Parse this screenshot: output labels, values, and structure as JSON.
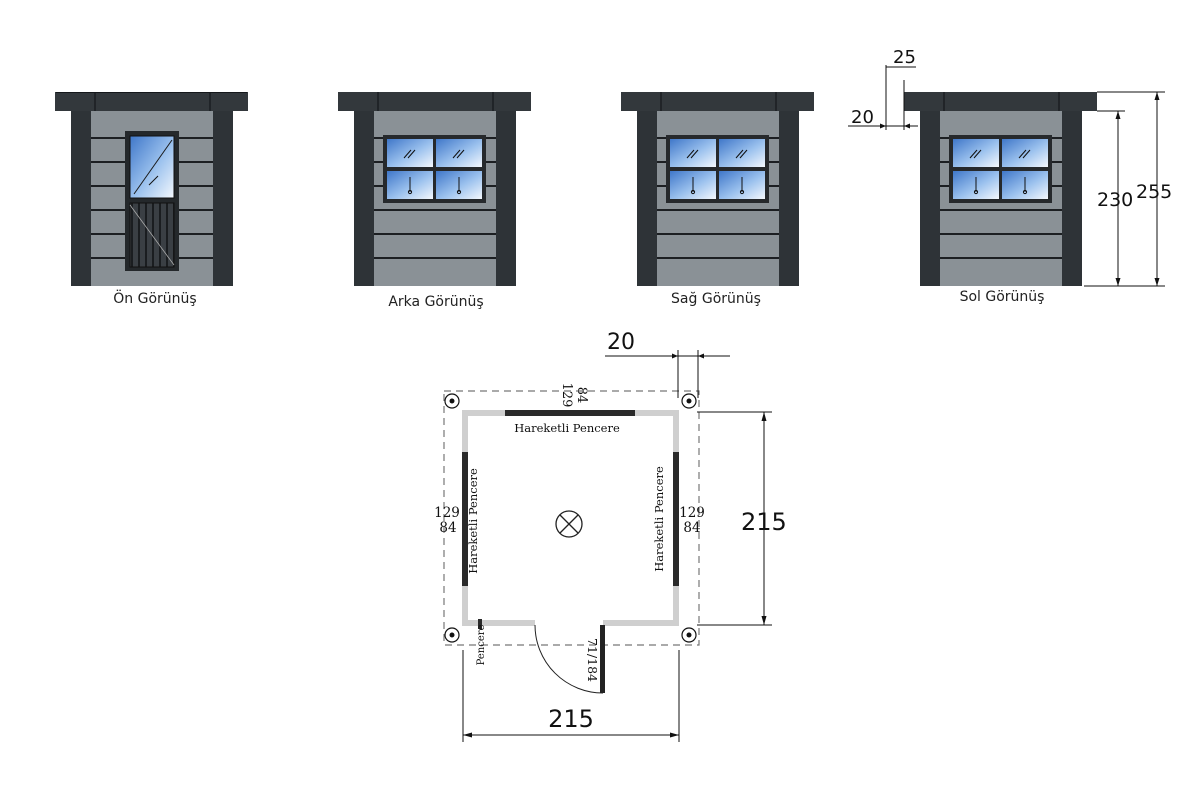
{
  "views": {
    "front": {
      "caption": "Ön Görünüş"
    },
    "back": {
      "caption": "Arka Görünüş"
    },
    "right": {
      "caption": "Sağ Görünüş"
    },
    "left": {
      "caption": "Sol Görünüş"
    }
  },
  "elevation_dims": {
    "roof_overhang": "25",
    "wall_inset": "20",
    "wall_height": "230",
    "total_height": "255"
  },
  "plan": {
    "top_dim": "20",
    "width": "215",
    "depth": "215",
    "window_top": {
      "label": "Hareketli Pencere",
      "size_a": "129",
      "size_b": "84"
    },
    "window_left": {
      "label": "Hareketli Pencere",
      "size_a": "129",
      "size_b": "84"
    },
    "window_right": {
      "label": "Hareketli Pencere",
      "size_a": "129",
      "size_b": "84"
    },
    "small_window": {
      "label": "Pencere"
    },
    "door": {
      "size": "71/184"
    }
  },
  "colors": {
    "roof": "#33383c",
    "post": "#2e3337",
    "siding": "#8a9196",
    "siding_line": "#1c1f22",
    "glass": "#5b8ed4",
    "wall_plan": "#cfcfcf"
  }
}
